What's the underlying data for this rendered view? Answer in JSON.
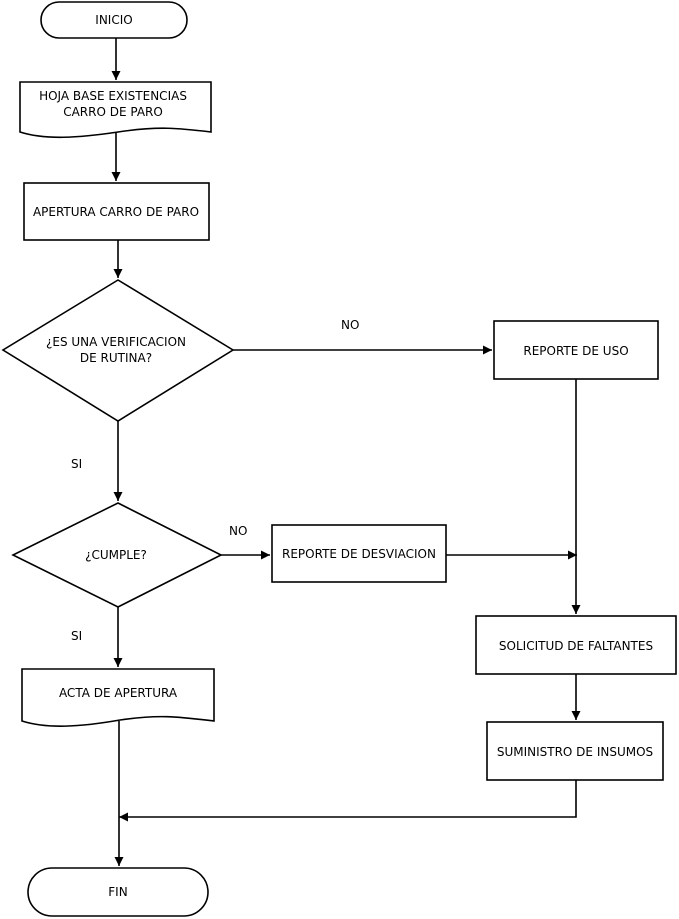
{
  "nodes": {
    "inicio": "INICIO",
    "hoja_base": [
      "HOJA BASE EXISTENCIAS",
      "CARRO DE PARO"
    ],
    "apertura": "APERTURA CARRO DE PARO",
    "verificacion": [
      "¿ES UNA VERIFICACION",
      "DE RUTINA?"
    ],
    "reporte_uso": "REPORTE DE USO",
    "cumple": "¿CUMPLE?",
    "reporte_desviacion": "REPORTE DE DESVIACION",
    "acta": "ACTA DE APERTURA",
    "solicitud": "SOLICITUD DE FALTANTES",
    "suministro": "SUMINISTRO DE INSUMOS",
    "fin": "FIN"
  },
  "edge_labels": {
    "verificacion_no": "NO",
    "verificacion_si": "SI",
    "cumple_no": "NO",
    "cumple_si": "SI"
  }
}
